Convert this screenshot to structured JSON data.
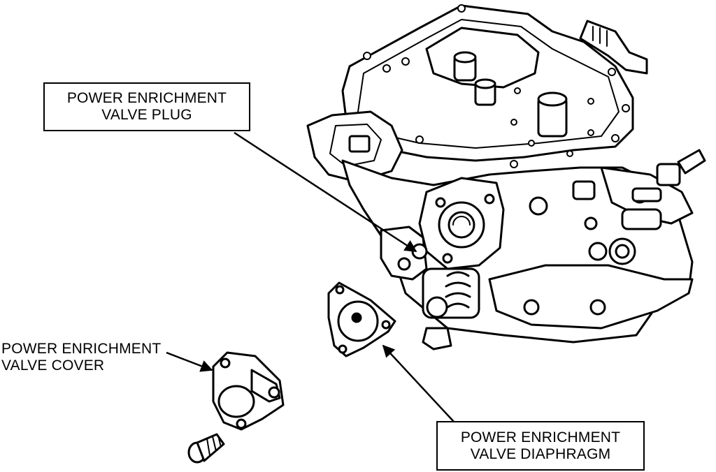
{
  "labels": {
    "plug": {
      "line1": "POWER ENRICHMENT",
      "line2": "VALVE PLUG"
    },
    "cover": {
      "line1": "POWER ENRICHMENT",
      "line2": "VALVE COVER"
    },
    "diaphragm": {
      "line1": "POWER ENRICHMENT",
      "line2": "VALVE DIAPHRAGM"
    }
  },
  "colors": {
    "ink": "#000000",
    "paper": "#ffffff"
  }
}
